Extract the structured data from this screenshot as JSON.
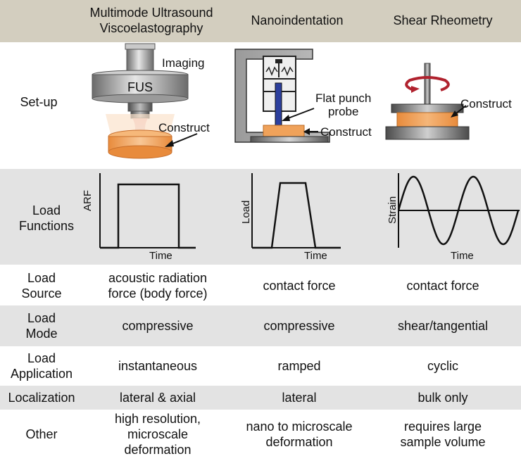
{
  "header": {
    "col1": "Multimode Ultrasound\nViscoelastography",
    "col2": "Nanoindentation",
    "col3": "Shear Rheometry"
  },
  "setup": {
    "row_label": "Set-up",
    "col1": {
      "imaging_label": "Imaging",
      "fus_label": "FUS",
      "construct_label": "Construct"
    },
    "col2": {
      "probe_label": "Flat punch\nprobe",
      "construct_label": "Construct"
    },
    "col3": {
      "construct_label": "Construct"
    }
  },
  "load_functions": {
    "row_label": "Load\nFunctions",
    "col1": {
      "ylabel": "ARF",
      "xlabel": "Time"
    },
    "col2": {
      "ylabel": "Load",
      "xlabel": "Time"
    },
    "col3": {
      "ylabel": "Strain",
      "xlabel": "Time"
    }
  },
  "rows": [
    {
      "label": "Load\nSource",
      "col1": "acoustic radiation\nforce (body force)",
      "col2": "contact force",
      "col3": "contact force"
    },
    {
      "label": "Load\nMode",
      "col1": "compressive",
      "col2": "compressive",
      "col3": "shear/tangential"
    },
    {
      "label": "Load\nApplication",
      "col1": "instantaneous",
      "col2": "ramped",
      "col3": "cyclic"
    },
    {
      "label": "Localization",
      "col1": "lateral & axial",
      "col2": "lateral",
      "col3": "bulk only"
    },
    {
      "label": "Other",
      "col1": "high resolution,\nmicroscale\ndeformation",
      "col2": "nano to microscale\ndeformation",
      "col3": "requires large\nsample volume"
    }
  ],
  "colors": {
    "header_band": "#d3cebf",
    "gray_band": "#e3e3e3",
    "construct_orange": "#f0a25a",
    "probe_blue": "#2c3f9e",
    "arrow_red": "#b0222e"
  }
}
